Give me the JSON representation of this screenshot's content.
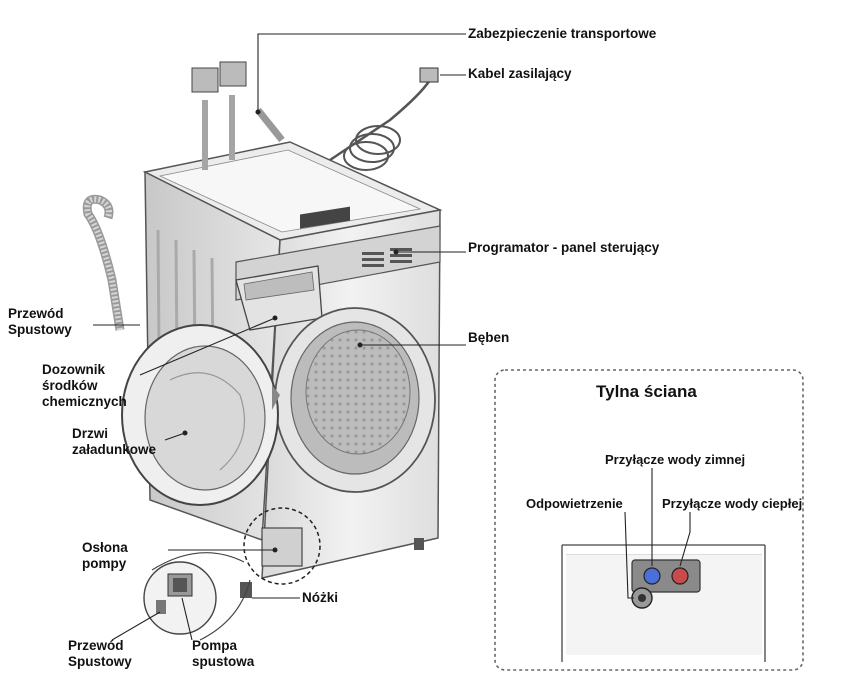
{
  "labels": {
    "transport_lock": "Zabezpieczenie transportowe",
    "power_cable": "Kabel zasilający",
    "control_panel": "Programator - panel sterujący",
    "drum": "Bęben",
    "drain_hose_top_1": "Przewód",
    "drain_hose_top_2": "Spustowy",
    "dispenser_1": "Dozownik",
    "dispenser_2": "środków",
    "dispenser_3": "chemicznych",
    "door_1": "Drzwi",
    "door_2": "załadunkowe",
    "pump_cover_1": "Osłona",
    "pump_cover_2": "pompy",
    "feet": "Nóżki",
    "drain_hose_bottom_1": "Przewód",
    "drain_hose_bottom_2": "Spustowy",
    "drain_pump_1": "Pompa",
    "drain_pump_2": "spustowa"
  },
  "inset": {
    "title": "Tylna ściana",
    "cold_water": "Przyłącze wody zimnej",
    "vent": "Odpowietrzenie",
    "hot_water": "Przyłącze wody ciepłej"
  },
  "colors": {
    "cold": "#4a6fd6",
    "hot": "#c84a4a",
    "line": "#222222"
  }
}
